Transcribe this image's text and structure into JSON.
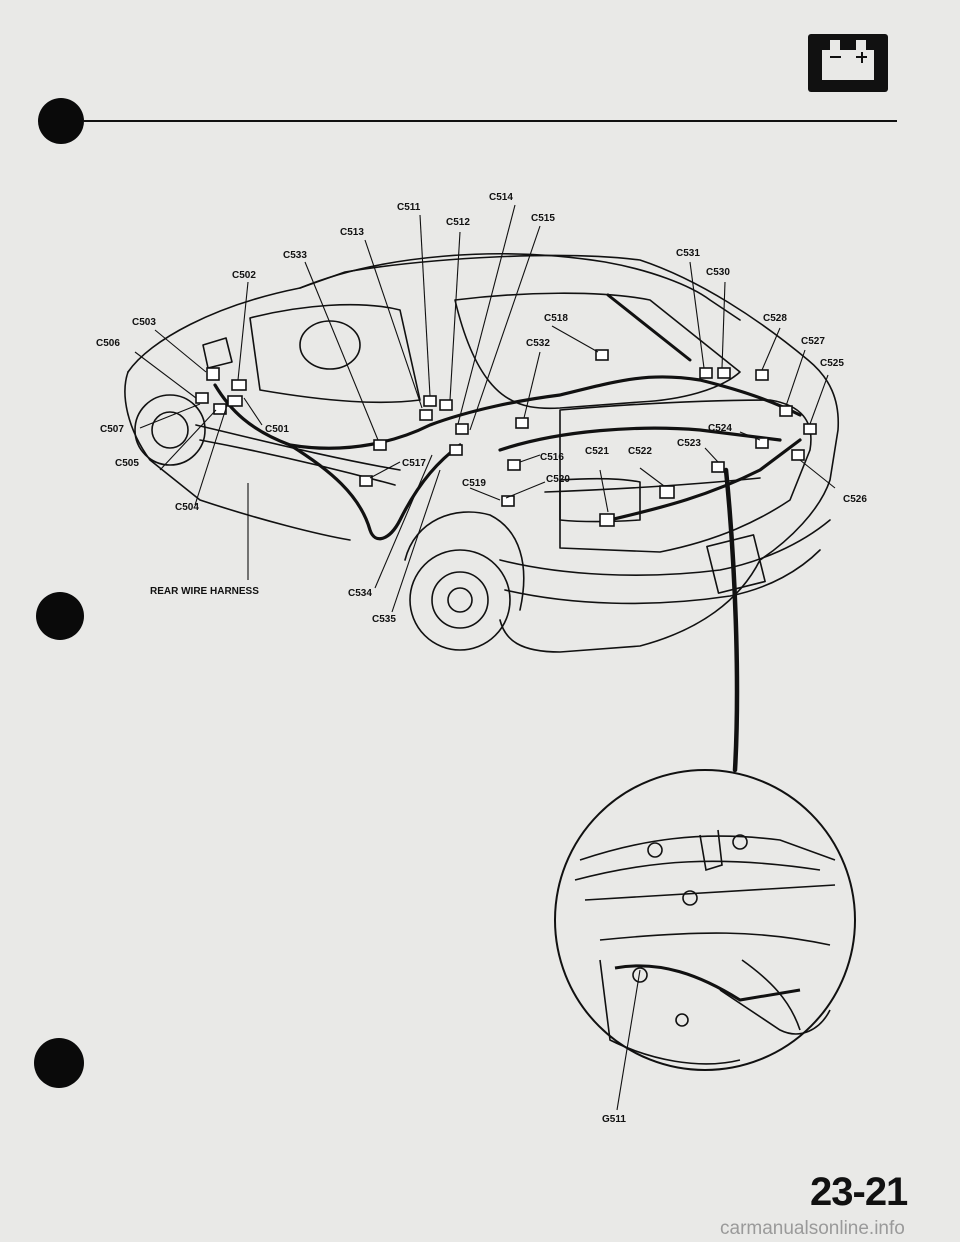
{
  "page": {
    "section_number": "23-21",
    "watermark": "carmanualsonline.info",
    "icon": "battery-icon"
  },
  "diagram": {
    "harness_label": "REAR WIRE HARNESS",
    "ground_label": "G511",
    "connectors": [
      "C501",
      "C502",
      "C503",
      "C504",
      "C505",
      "C506",
      "C507",
      "C511",
      "C512",
      "C513",
      "C514",
      "C515",
      "C516",
      "C517",
      "C518",
      "C519",
      "C520",
      "C521",
      "C522",
      "C523",
      "C524",
      "C525",
      "C526",
      "C527",
      "C528",
      "C530",
      "C531",
      "C532",
      "C533",
      "C534",
      "C535"
    ]
  }
}
